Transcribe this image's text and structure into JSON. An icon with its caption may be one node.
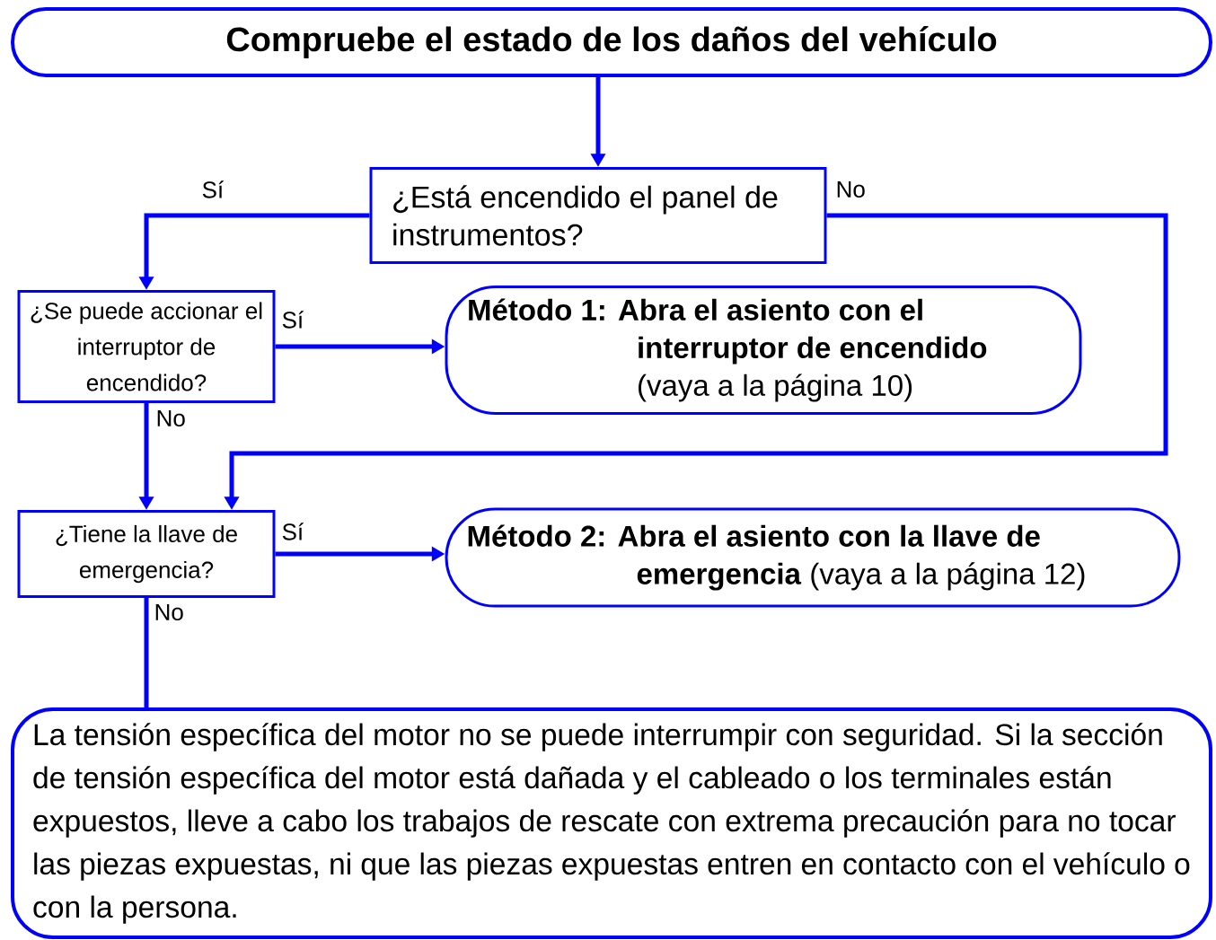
{
  "diagram": {
    "nodes": [
      {
        "text": [
          "Compruebe el estado de los daños del vehículo"
        ]
      },
      {
        "text": [
          "¿Está encendido el panel de instrumentos?"
        ]
      },
      {
        "text": [
          "¿Se puede accionar el interruptor de encendido?"
        ]
      },
      {
        "text": [
          "Método 1: Abra el asiento con el interruptor de encendido",
          "(vaya a la página 10)"
        ]
      },
      {
        "text": [
          "¿Tiene la llave de emergencia?"
        ]
      },
      {
        "text": [
          "**Método 2: Abra el asiento con la llave de emergencia** (vaya a la página 12)"
        ]
      },
      {
        "text": [
          "La tensión específica del motor no se puede interrumpir con seguridad. Si la sección de tensión específica del motor está dañada y el cableado o los terminales están expuestos, lleve a cabo los trabajos de rescate con extrema precaución para no tocar las piezas expuestas, ni que las piezas expuestas entren en contacto con el vehículo o con la persona."
        ]
      }
    ],
    "edges": [
      {
        "from": 0,
        "to": 1,
        "arrow": "to"
      },
      {
        "from": 1,
        "to": 2,
        "arrow": "to",
        "label": "Sí"
      },
      {
        "from": 1,
        "to": 4,
        "arrow": "to",
        "label": "No"
      },
      {
        "from": 2,
        "to": 3,
        "arrow": "to",
        "label": "Sí"
      },
      {
        "from": 2,
        "to": 4,
        "arrow": "to",
        "label": "No"
      },
      {
        "from": 4,
        "to": 5,
        "arrow": "to",
        "label": "Sí"
      },
      {
        "from": 4,
        "to": 6,
        "arrow": "none",
        "label": "No"
      }
    ]
  }
}
